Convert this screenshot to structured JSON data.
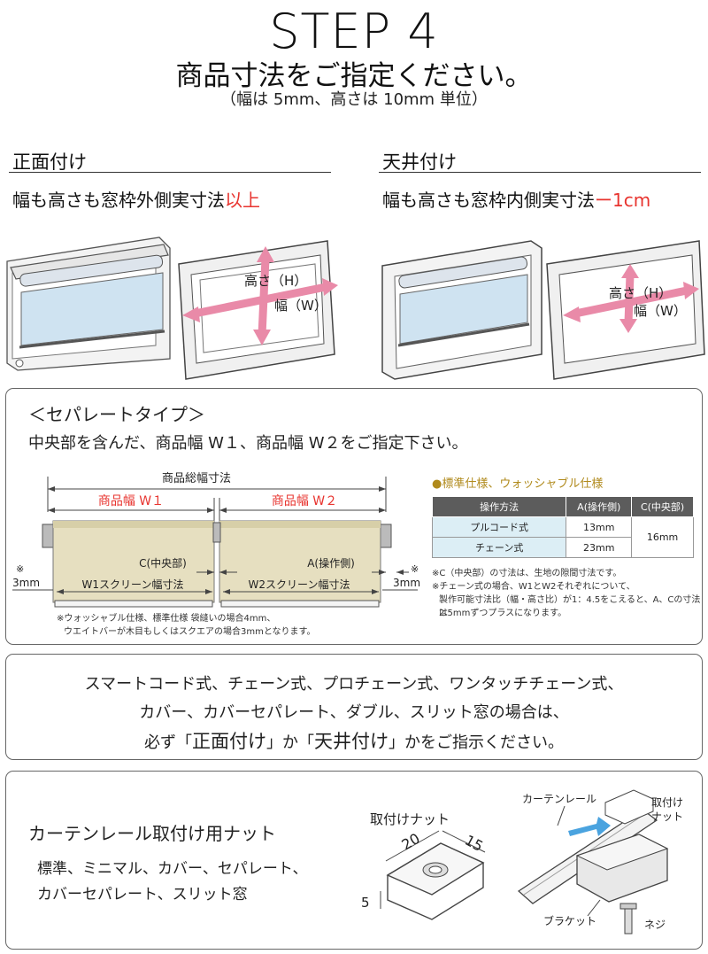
{
  "header": {
    "step": "STEP 4",
    "title": "商品寸法をご指定ください。",
    "note": "（幅は 5mm、高さは 10mm 単位）"
  },
  "front": {
    "heading": "正面付け",
    "desc": "幅も高さも窓枠外側実寸法",
    "desc_accent": "以上",
    "height_label": "高さ（H）",
    "width_label": "幅（W）"
  },
  "ceiling": {
    "heading": "天井付け",
    "desc": "幅も高さも窓枠内側実寸法",
    "desc_accent": "ー1cm",
    "height_label": "高さ（H）",
    "width_label": "幅（W）"
  },
  "separate": {
    "title": "＜セパレートタイプ＞",
    "desc": "中央部を含んだ、商品幅 W１、商品幅 W２をご指定下さい。",
    "total_label": "商品総幅寸法",
    "w1_label": "商品幅 W１",
    "w2_label": "商品幅 W２",
    "c_label": "C(中央部)",
    "a_label": "A(操作側)",
    "screen1_label": "W1スクリーン幅寸法",
    "screen2_label": "W2スクリーン幅寸法",
    "side_mark": "※",
    "side_3mm": "3mm",
    "footnote_1": "※ウォッシャブル仕様、標準仕様 袋縫いの場合4mm、",
    "footnote_2": "ウエイトバーが木目もしくはスクエアの場合3mmとなります。",
    "spec_title": "●標準仕様、ウォッシャブル仕様",
    "table": {
      "headers": [
        "操作方法",
        "A(操作側)",
        "C(中央部)"
      ],
      "rows": [
        {
          "method": "プルコード式",
          "a": "13mm"
        },
        {
          "method": "チェーン式",
          "a": "23mm"
        }
      ],
      "c_value": "16mm"
    },
    "notes": [
      "※C（中央部）の寸法は、生地の隙間寸法です。",
      "※チェーン式の場合、W1とW2それぞれについて、",
      "製作可能寸法比（幅・高さ比）が1：4.5をこえると、A、Cの寸法は",
      "2.5mmずつプラスになります。"
    ]
  },
  "notice": {
    "line1": "スマートコード式、チェーン式、プロチェーン式、ワンタッチチェーン式、",
    "line2": "カバー、カバーセパレート、ダブル、スリット窓の場合は、",
    "line3_pre": "必ず「",
    "line3_front": "正面付け",
    "line3_mid": "」か「",
    "line3_ceiling": "天井付け",
    "line3_post": "」かをご指示ください。"
  },
  "nut": {
    "title": "カーテンレール取付け用ナット",
    "desc1": "標準、ミニマル、カバー、セパレート、",
    "desc2": "カバーセパレート、スリット窓",
    "diagram_title": "取付けナット",
    "dim_20": "20",
    "dim_15": "15",
    "dim_5": "5",
    "rail_label": "カーテンレール",
    "nut_label_1": "取付け",
    "nut_label_2": "ナット",
    "bracket_label": "ブラケット",
    "screw_label": "ネジ"
  }
}
